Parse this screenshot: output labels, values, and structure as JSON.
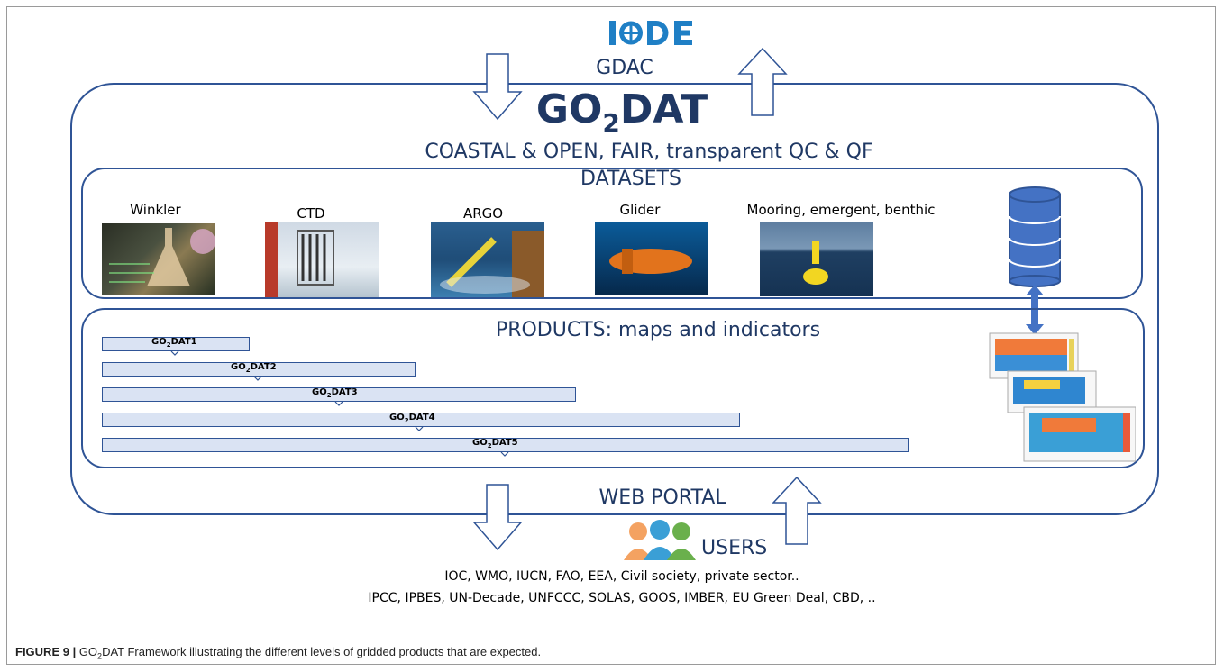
{
  "logo": "I◉DE",
  "gdac": "GDAC",
  "title_main": "GO",
  "title_sub": "2",
  "title_end": "DAT",
  "subtitle": "COASTAL & OPEN, FAIR, transparent QC & QF",
  "datasets_title": "DATASETS",
  "datasets": [
    "Winkler",
    "CTD",
    "ARGO",
    "Glider",
    "Mooring, emergent, benthic"
  ],
  "products_title": "PRODUCTS: maps and indicators",
  "products": [
    {
      "pre": "GO",
      "sub": "2",
      "post": "DAT1"
    },
    {
      "pre": "GO",
      "sub": "2",
      "post": "DAT2"
    },
    {
      "pre": "GO",
      "sub": "2",
      "post": "DAT3"
    },
    {
      "pre": "GO",
      "sub": "2",
      "post": "DAT4"
    },
    {
      "pre": "GO",
      "sub": "2",
      "post": "DAT5"
    }
  ],
  "web_portal": "WEB PORTAL",
  "users": "USERS",
  "users_line1": "IOC, WMO, IUCN,  FAO, EEA, Civil society, private sector..",
  "users_line2": "IPCC, IPBES, UN-Decade, UNFCCC, SOLAS, GOOS, IMBER, EU Green Deal, CBD, ..",
  "caption_label": "FIGURE 9 |",
  "caption_pre": " GO",
  "caption_sub": "2",
  "caption_post": "DAT Framework illustrating the different levels of gridded products that are expected.",
  "colors": {
    "frame": "#2f5496",
    "text": "#1f3864",
    "bar_fill": "#dae3f3",
    "db": "#4472c4",
    "logo": "#1f7fc5"
  },
  "icons": [
    "arrow-down-icon",
    "arrow-up-icon",
    "database-icon",
    "users-icon"
  ]
}
